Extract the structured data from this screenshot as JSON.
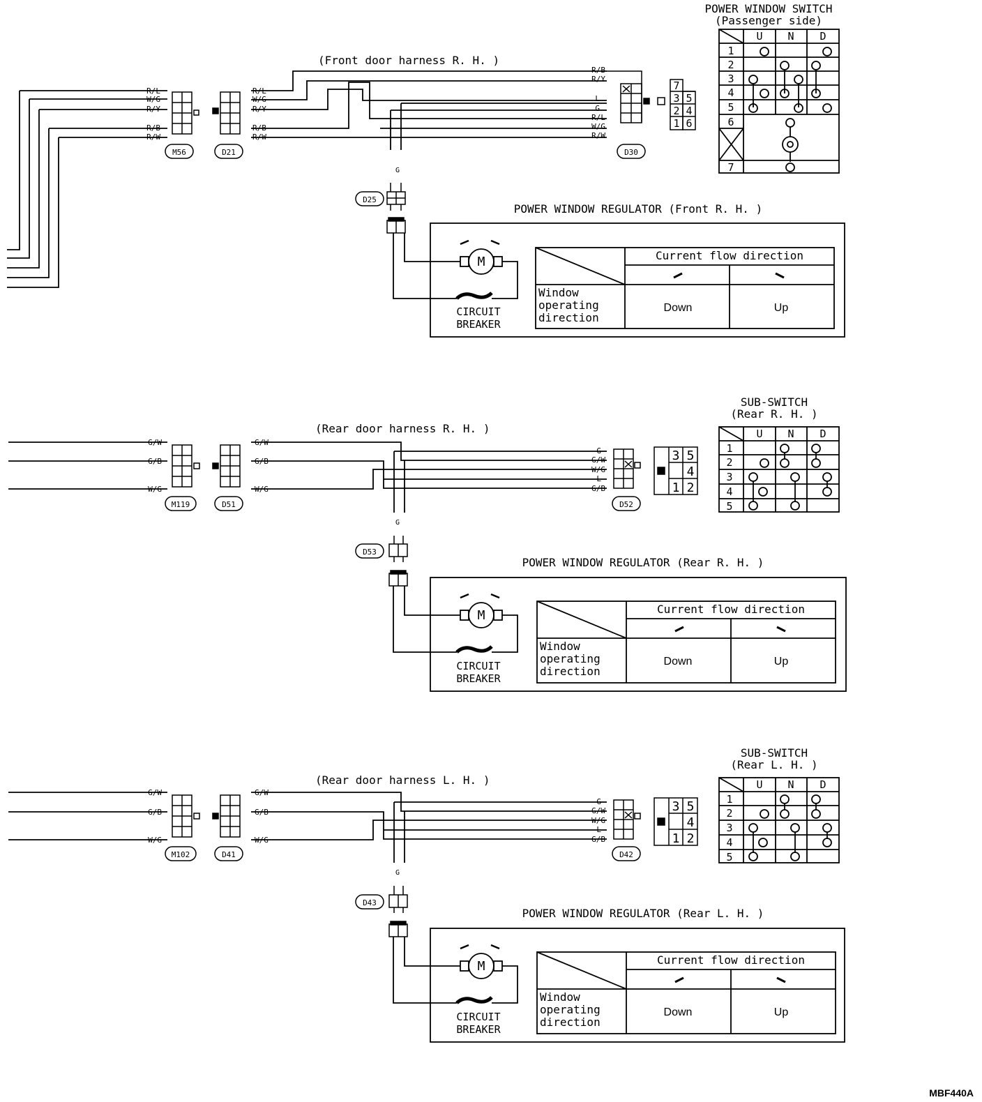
{
  "figure_id": "MBF440A",
  "front": {
    "title": "POWER WINDOW REGULATOR  (Front R. H. )",
    "harness_label": "(Front door harness R. H. )",
    "connectors": {
      "a": "M56",
      "b": "D21",
      "c": "D25",
      "d": "D30"
    },
    "left_wires": [
      "R/L",
      "W/G",
      "R/Y",
      "R/B",
      "R/W"
    ],
    "right_wires": [
      "R/B",
      "R/Y",
      "L",
      "G",
      "R/L",
      "W/G",
      "R/W"
    ],
    "switch_title": [
      "POWER WINDOW SWITCH",
      "(Passenger side)"
    ],
    "pin_grid": [
      "7",
      "3",
      "5",
      "2",
      "4",
      "1",
      "6"
    ],
    "switch_rows": [
      "1",
      "2",
      "3",
      "4",
      "5",
      "6",
      "7"
    ],
    "switch_cols": [
      "U",
      "N",
      "D"
    ],
    "mini_label": "G"
  },
  "rear_rh": {
    "title": "POWER WINDOW REGULATOR  (Rear R. H. )",
    "harness_label": "(Rear door harness R. H. )",
    "connectors": {
      "a": "M119",
      "b": "D51",
      "c": "D53",
      "d": "D52"
    },
    "left_wires": [
      "G/W",
      "G/B",
      "W/G"
    ],
    "right_wires": [
      "G",
      "G/W",
      "W/G",
      "L",
      "G/B"
    ],
    "switch_title": [
      "SUB-SWITCH",
      "(Rear R. H. )"
    ],
    "pin_grid": [
      "3",
      "5",
      "4",
      "1",
      "2"
    ],
    "switch_rows": [
      "1",
      "2",
      "3",
      "4",
      "5"
    ],
    "switch_cols": [
      "U",
      "N",
      "D"
    ],
    "mini_label": "G"
  },
  "rear_lh": {
    "title": "POWER WINDOW REGULATOR  (Rear L. H. )",
    "harness_label": "(Rear door harness L. H. )",
    "connectors": {
      "a": "M102",
      "b": "D41",
      "c": "D43",
      "d": "D42"
    },
    "left_wires": [
      "G/W",
      "G/B",
      "W/G"
    ],
    "right_wires": [
      "G",
      "G/W",
      "W/G",
      "L",
      "G/B"
    ],
    "switch_title": [
      "SUB-SWITCH",
      "(Rear L. H. )"
    ],
    "pin_grid": [
      "3",
      "5",
      "4",
      "1",
      "2"
    ],
    "switch_rows": [
      "1",
      "2",
      "3",
      "4",
      "5"
    ],
    "switch_cols": [
      "U",
      "N",
      "D"
    ],
    "mini_label": "G"
  },
  "common": {
    "breaker": [
      "CIRCUIT",
      "BREAKER"
    ],
    "motor_label": "M",
    "flow_header": "Current flow direction",
    "row_label": [
      "Window",
      "operating",
      "direction"
    ],
    "down": "Down",
    "up": "Up"
  }
}
